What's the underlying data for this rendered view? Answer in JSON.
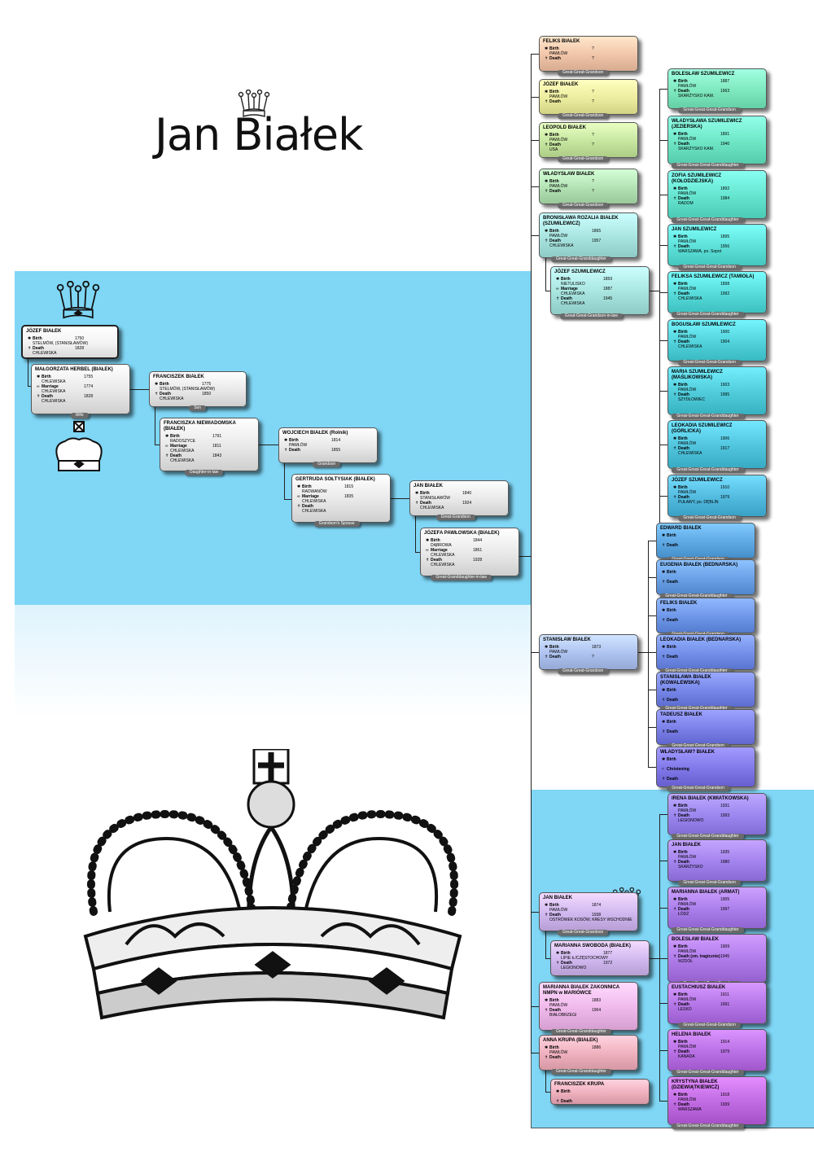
{
  "title": "Jan Białek",
  "left_tree": [
    {
      "name": "JÓZEF BIAŁEK",
      "events": [
        {
          "label": "Birth",
          "year": "1750",
          "place": "STELMÓW, (STANISŁAWÓW)"
        },
        {
          "label": "Death",
          "year": "1828",
          "place": "CHLEWISKA"
        }
      ],
      "role": "",
      "color": "#f3f3f3"
    },
    {
      "name": "MAŁGORZATA HERBEL (BIAŁEK)",
      "events": [
        {
          "label": "Birth",
          "year": "1755",
          "place": "CHLEWISKA"
        },
        {
          "label": "Marriage",
          "year": "1774",
          "place": "CHLEWISKA"
        },
        {
          "label": "Death",
          "year": "1828",
          "place": "CHLEWISKA"
        }
      ],
      "role": "Wife",
      "color": "#e8e8e8"
    },
    {
      "name": "FRANCISZEK BIAŁEK",
      "events": [
        {
          "label": "Birth",
          "year": "1775",
          "place": "STELMÓW, (STANISŁAWÓW)"
        },
        {
          "label": "Death",
          "year": "1850",
          "place": "CHLEWISKA"
        }
      ],
      "role": "Son",
      "color": "#e8e8e8"
    },
    {
      "name": "FRANCISZKA NIEWIADOMSKA (BIAŁEK)",
      "events": [
        {
          "label": "Birth",
          "year": "1791",
          "place": "RADOSZYCE"
        },
        {
          "label": "Marriage",
          "year": "1811",
          "place": "CHLEWISKA"
        },
        {
          "label": "Death",
          "year": "1843",
          "place": "CHLEWISKA"
        }
      ],
      "role": "Daughter-in-law",
      "color": "#e8e8e8"
    },
    {
      "name": "WOJCIECH BIAŁEK (Rolnik)",
      "events": [
        {
          "label": "Birth",
          "year": "1814",
          "place": "PAWŁÓW"
        },
        {
          "label": "Death",
          "year": "1855",
          "place": ""
        }
      ],
      "role": "Grandson",
      "color": "#e8e8e8"
    },
    {
      "name": "GERTRUDA SOŁTYSIAK (BIAŁEK)",
      "events": [
        {
          "label": "Birth",
          "year": "1815",
          "place": "RADWANÓW"
        },
        {
          "label": "Marriage",
          "year": "1835",
          "place": "CHLEWISKA"
        },
        {
          "label": "Death",
          "year": "",
          "place": "CHLEWISKA"
        }
      ],
      "role": "Grandson's Spouse",
      "color": "#e8e8e8"
    },
    {
      "name": "JAN BIAŁEK",
      "events": [
        {
          "label": "Birth",
          "year": "1840",
          "place": "STANISŁAWÓW"
        },
        {
          "label": "Death",
          "year": "1924",
          "place": "CHLEWISKA"
        }
      ],
      "role": "Great-Grandson",
      "color": "#e8e8e8"
    },
    {
      "name": "JÓZEFA PAWŁOWSKA (BIAŁEK)",
      "events": [
        {
          "label": "Birth",
          "year": "1844",
          "place": "DĄBROWA"
        },
        {
          "label": "Marriage",
          "year": "1861",
          "place": "CHLEWISKA"
        },
        {
          "label": "Death",
          "year": "1928",
          "place": "CHLEWISKA"
        }
      ],
      "role": "Great-Granddaughter-in-law",
      "color": "#e8e8e8"
    }
  ],
  "middle_column": [
    {
      "name": "FELIKS BIAŁEK",
      "events": [
        {
          "label": "Birth",
          "year": "?",
          "place": "PAWŁÓW"
        },
        {
          "label": "Death",
          "year": "?",
          "place": ""
        }
      ],
      "role": "Great-Great-Grandson",
      "color": "#f0c4a8"
    },
    {
      "name": "JÓZEF BIAŁEK",
      "events": [
        {
          "label": "Birth",
          "year": "?",
          "place": "PAWŁÓW"
        },
        {
          "label": "Death",
          "year": "?",
          "place": ""
        }
      ],
      "role": "Great-Great-Grandson",
      "color": "#ecec9e"
    },
    {
      "name": "LEOPOLD BIAŁEK",
      "events": [
        {
          "label": "Birth",
          "year": "?",
          "place": "PAWŁÓW"
        },
        {
          "label": "Death",
          "year": "?",
          "place": "USA"
        }
      ],
      "role": "Great-Great-Grandson",
      "color": "#c6e6a0"
    },
    {
      "name": "WŁADYSŁAW BIAŁEK",
      "events": [
        {
          "label": "Birth",
          "year": "?",
          "place": "PAWŁÓW"
        },
        {
          "label": "Death",
          "year": "?",
          "place": ""
        }
      ],
      "role": "Great-Great-Grandson",
      "color": "#b2e2b4"
    },
    {
      "name": "BRONISŁAWA ROZALIA BIAŁEK (SZUMILEWICZ)",
      "events": [
        {
          "label": "Birth",
          "year": "1865",
          "place": "PAWŁÓW"
        },
        {
          "label": "Death",
          "year": "1957",
          "place": "CHLEWISKA"
        }
      ],
      "role": "Great-Great-Granddaughter",
      "color": "#a8e4df"
    },
    {
      "name": "JÓZEF SZUMILEWICZ",
      "events": [
        {
          "label": "Birth",
          "year": "1859",
          "place": "NIETULISKO"
        },
        {
          "label": "Marriage",
          "year": "1887",
          "place": "CHLEWISKA"
        },
        {
          "label": "Death",
          "year": "1945",
          "place": "CHLEWISKA"
        }
      ],
      "role": "Great-Great-Grandson-in-law",
      "color": "#a8e4df"
    },
    {
      "name": "STANISŁAW BIAŁEK",
      "events": [
        {
          "label": "Birth",
          "year": "1873",
          "place": "PAWŁÓW"
        },
        {
          "label": "Death",
          "year": "?",
          "place": ""
        }
      ],
      "role": "Great-Great-Grandson",
      "color": "#aec2f0"
    },
    {
      "name": "JAN BIAŁEK",
      "events": [
        {
          "label": "Birth",
          "year": "1874",
          "place": "PAWŁÓW"
        },
        {
          "label": "Death",
          "year": "1938",
          "place": "OSTRÓWEK KOSÓW, KRESY WSCHODNIE"
        }
      ],
      "role": "Great-Great-Grandson",
      "color": "#d0b8ef"
    },
    {
      "name": "MARIANNA SWOBODA (BIAŁEK)",
      "events": [
        {
          "label": "Birth",
          "year": "1877",
          "place": "LIPIE k./CZĘSTOCHOWY"
        },
        {
          "label": "Death",
          "year": "1972",
          "place": "LEGIONOWO"
        }
      ],
      "role": "",
      "color": "#d0b8ef"
    },
    {
      "name": "MARIANNA BIAŁEK ZAKONNICA NMPN w MARIÓWCE",
      "events": [
        {
          "label": "Birth",
          "year": "1883",
          "place": "PAWŁÓW"
        },
        {
          "label": "Death",
          "year": "1964",
          "place": "BIAŁOBRZEGI"
        }
      ],
      "role": "Great-Great-Granddaughter",
      "color": "#efb8ea"
    },
    {
      "name": "ANNA KRUPA (BIAŁEK)",
      "events": [
        {
          "label": "Birth",
          "year": "1886",
          "place": "PAWŁÓW"
        },
        {
          "label": "Death",
          "year": "",
          "place": ""
        }
      ],
      "role": "Great-Great-Granddaughter",
      "color": "#efb0bd"
    },
    {
      "name": "FRANCISZEK KRUPA",
      "events": [
        {
          "label": "Birth",
          "year": "",
          "place": ""
        },
        {
          "label": "Death",
          "year": "",
          "place": ""
        }
      ],
      "role": "",
      "color": "#efb0bd"
    }
  ],
  "right_column": [
    {
      "name": "BOLESŁAW SZUMILEWICZ",
      "events": [
        {
          "label": "Birth",
          "year": "1887",
          "place": "PAWŁÓW"
        },
        {
          "label": "Death",
          "year": "1963",
          "place": "SKARŻYSKO KAM."
        }
      ],
      "role": "Great-Great-Great-Grandson",
      "color": "#7ee8bf"
    },
    {
      "name": "WŁADYSŁAWA SZUMILEWICZ (JEZIERSKA)",
      "events": [
        {
          "label": "Birth",
          "year": "1891",
          "place": "PAWŁÓW"
        },
        {
          "label": "Death",
          "year": "1940",
          "place": "SKARŻYSKO KAM."
        }
      ],
      "role": "Great-Great-Great-Granddaughter",
      "color": "#6ee6c6"
    },
    {
      "name": "ZOFIA SZUMILEWICZ (KOŁODZIEJSKA)",
      "events": [
        {
          "label": "Birth",
          "year": "1892",
          "place": "PAWŁÓW"
        },
        {
          "label": "Death",
          "year": "1984",
          "place": "RADOM"
        }
      ],
      "role": "Great-Great-Great-Granddaughter",
      "color": "#64e4cf"
    },
    {
      "name": "JAN SZUMILEWICZ",
      "events": [
        {
          "label": "Birth",
          "year": "1895",
          "place": "PAWŁÓW"
        },
        {
          "label": "Death",
          "year": "1956",
          "place": "WARSZAWA, po. Sopot"
        }
      ],
      "role": "Great-Great-Great-Grandson",
      "color": "#5ce0d8"
    },
    {
      "name": "FELIKSA SZUMILEWICZ (TAMIOŁA)",
      "events": [
        {
          "label": "Birth",
          "year": "1898",
          "place": "PAWŁÓW"
        },
        {
          "label": "Death",
          "year": "1992",
          "place": "CHLEWISKA"
        }
      ],
      "role": "Great-Great-Great-Granddaughter",
      "color": "#56dad9"
    },
    {
      "name": "BOGUSŁAW SZUMILEWICZ",
      "events": [
        {
          "label": "Birth",
          "year": "1900",
          "place": "PAWŁÓW"
        },
        {
          "label": "Death",
          "year": "1904",
          "place": "CHLEWISKA"
        }
      ],
      "role": "Great-Great-Great-Grandson",
      "color": "#52d2da"
    },
    {
      "name": "MARIA SZUMILEWICZ (MAŚLIKOWSKA)",
      "events": [
        {
          "label": "Birth",
          "year": "1903",
          "place": "PAWŁÓW"
        },
        {
          "label": "Death",
          "year": "1995",
          "place": "SZYDŁOWIEC"
        }
      ],
      "role": "Great-Great-Great-Granddaughter",
      "color": "#50cbda"
    },
    {
      "name": "LEOKADIA SZUMILEWICZ (GÓRLICKA)",
      "events": [
        {
          "label": "Birth",
          "year": "1906",
          "place": "PAWŁÓW"
        },
        {
          "label": "Death",
          "year": "1917",
          "place": "CHLEWISKA"
        }
      ],
      "role": "Great-Great-Great-Granddaughter",
      "color": "#50c4dc"
    },
    {
      "name": "JÓZEF SZUMILEWICZ",
      "events": [
        {
          "label": "Birth",
          "year": "1910",
          "place": "PAWŁÓW"
        },
        {
          "label": "Death",
          "year": "1979",
          "place": "PUŁAWY, po. DĘBLIN"
        }
      ],
      "role": "Great-Great-Great-Grandson",
      "color": "#52bade"
    },
    {
      "name": "EDWARD BIAŁEK",
      "events": [
        {
          "label": "Birth",
          "year": "",
          "place": ""
        },
        {
          "label": "Death",
          "year": "",
          "place": ""
        }
      ],
      "role": "Great-Great-Great-Grandson",
      "color": "#5ea8e4"
    },
    {
      "name": "EUGENIA BIAŁEK (BEDNARSKA)",
      "events": [
        {
          "label": "Birth",
          "year": "",
          "place": ""
        },
        {
          "label": "Death",
          "year": "",
          "place": ""
        }
      ],
      "role": "Great-Great-Great-Granddaughter",
      "color": "#6aa0e6"
    },
    {
      "name": "FELIKS BIAŁEK",
      "events": [
        {
          "label": "Birth",
          "year": "",
          "place": ""
        },
        {
          "label": "Death",
          "year": "",
          "place": ""
        }
      ],
      "role": "Great-Great-Great-Grandson",
      "color": "#6e96e8"
    },
    {
      "name": "LEOKADIA BIAŁEK (BEDNARSKA)",
      "events": [
        {
          "label": "Birth",
          "year": "",
          "place": ""
        },
        {
          "label": "Death",
          "year": "",
          "place": ""
        }
      ],
      "role": "Great-Great-Great-Granddaughter",
      "color": "#728ee8"
    },
    {
      "name": "STANISŁAWA BIAŁEK (KOWALEWSKA)",
      "events": [
        {
          "label": "Birth",
          "year": "",
          "place": ""
        },
        {
          "label": "Death",
          "year": "",
          "place": ""
        }
      ],
      "role": "Great-Great-Great-Granddaughter",
      "color": "#7686e8"
    },
    {
      "name": "TADEUSZ BIAŁEK",
      "events": [
        {
          "label": "Birth",
          "year": "",
          "place": ""
        },
        {
          "label": "Death",
          "year": "",
          "place": ""
        }
      ],
      "role": "Great-Great-Great-Grandson",
      "color": "#7a80e8"
    },
    {
      "name": "WŁADYSŁAW? BIAŁEK",
      "events": [
        {
          "label": "Birth",
          "year": "",
          "place": ""
        },
        {
          "label": "Christening",
          "year": "",
          "place": ""
        },
        {
          "label": "Death",
          "year": "",
          "place": ""
        }
      ],
      "role": "Great-Great-Great-Grandson",
      "color": "#8078e8"
    },
    {
      "name": "IRENA BIAŁEK (KWIATKOWSKA)",
      "events": [
        {
          "label": "Birth",
          "year": "1931",
          "place": "PAWŁÓW"
        },
        {
          "label": "Death",
          "year": "1993",
          "place": "LEGIONOWO"
        }
      ],
      "role": "Great-Great-Great-Granddaughter",
      "color": "#9a86ee"
    },
    {
      "name": "JAN BIAŁEK",
      "events": [
        {
          "label": "Birth",
          "year": "1935",
          "place": "PAWŁÓW"
        },
        {
          "label": "Death",
          "year": "1980",
          "place": "SKARŻYSKO"
        }
      ],
      "role": "Great-Great-Great-Grandson",
      "color": "#a282ec"
    },
    {
      "name": "MARIANNA BIAŁEK (ARMAT)",
      "events": [
        {
          "label": "Birth",
          "year": "1905",
          "place": "PAWŁÓW"
        },
        {
          "label": "Death",
          "year": "1997",
          "place": "ŁÓDŹ"
        }
      ],
      "role": "Great-Great-Great-Granddaughter",
      "color": "#aa7eea"
    },
    {
      "name": "BOLESŁAW BIAŁEK",
      "events": [
        {
          "label": "Birth",
          "year": "1909",
          "place": "PAWŁÓW"
        },
        {
          "label": "Death (zm. tragicznie)",
          "year": "1945",
          "place": "WZDÓŁ"
        }
      ],
      "role": "Great-Great-Great-Grandson",
      "color": "#ae7ae8"
    },
    {
      "name": "EUSTACHIUSZ BIAŁEK",
      "events": [
        {
          "label": "Birth",
          "year": "1911",
          "place": "PAWŁÓW"
        },
        {
          "label": "Death",
          "year": "1991",
          "place": "LESKO"
        }
      ],
      "role": "Great-Great-Great-Grandson",
      "color": "#b476e6"
    },
    {
      "name": "HELENA BIAŁEK",
      "events": [
        {
          "label": "Birth",
          "year": "1914",
          "place": "PAWŁÓW"
        },
        {
          "label": "Death",
          "year": "1979",
          "place": "KANADA"
        }
      ],
      "role": "Great-Great-Great-Granddaughter",
      "color": "#b870e4"
    },
    {
      "name": "KRYSTYNA BIAŁEK (DZIEWIĄTKIEWICZ)",
      "events": [
        {
          "label": "Birth",
          "year": "1918",
          "place": "PAWŁÓW"
        },
        {
          "label": "Death",
          "year": "1939",
          "place": "WARSZAWA"
        }
      ],
      "role": "Great-Great-Great-Granddaughter",
      "color": "#c06ae2"
    }
  ]
}
